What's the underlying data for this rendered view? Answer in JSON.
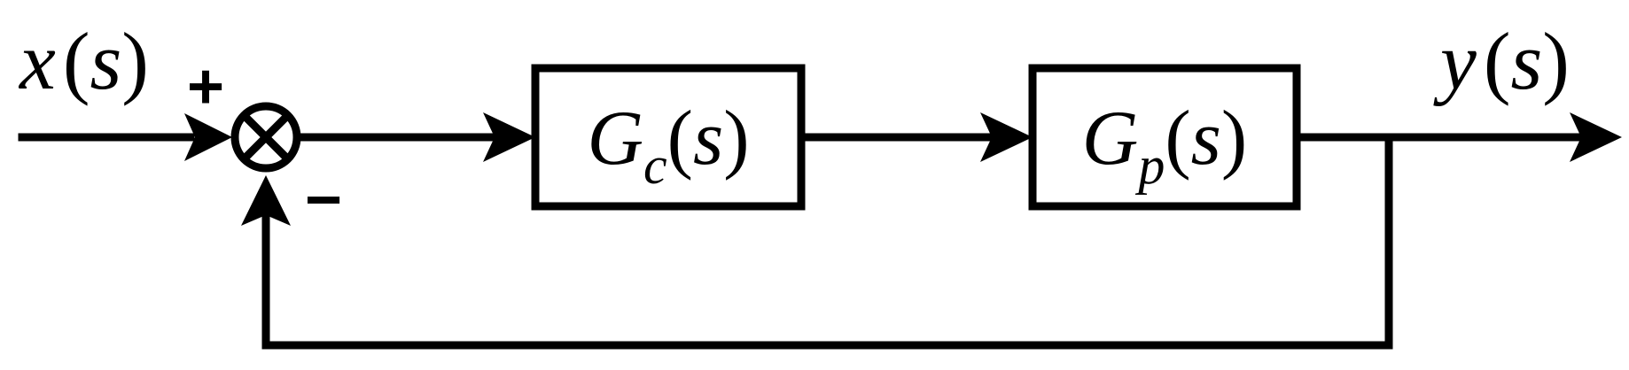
{
  "input": {
    "var": "x",
    "arg": "s"
  },
  "output": {
    "var": "y",
    "arg": "s"
  },
  "controller": {
    "name": "G",
    "sub": "c",
    "arg": "s"
  },
  "plant": {
    "name": "G",
    "sub": "p",
    "arg": "s"
  },
  "summer": {
    "plus": "+",
    "minus": "−"
  },
  "parens": {
    "open": "(",
    "close": ")"
  }
}
